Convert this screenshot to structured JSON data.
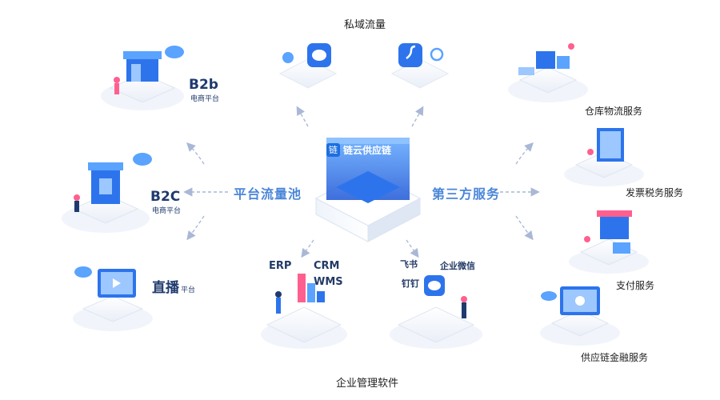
{
  "center": {
    "badge": "链",
    "brand": "链云供应链"
  },
  "top_label": "私域流量",
  "bottom_label": "企业管理软件",
  "left_label": "平台流量池",
  "right_label": "第三方服务",
  "left_platforms": [
    {
      "title": "B2b",
      "subtitle": "电商平台"
    },
    {
      "title": "B2C",
      "subtitle": "电商平台"
    },
    {
      "title": "直播",
      "subtitle": "平台"
    }
  ],
  "right_services": [
    "仓库物流服务",
    "发票税务服务",
    "支付服务",
    "供应链金融服务"
  ],
  "bottom_left_tools": [
    "ERP",
    "CRM",
    "WMS"
  ],
  "bottom_right_tools": [
    "飞书",
    "企业微信",
    "钉钉"
  ],
  "colors": {
    "primary": "#1c6fe0",
    "light_blue": "#5aa3ff",
    "accent_pink": "#ff5f8f",
    "label_blue": "#4a86d9",
    "dashed": "#a9b8d6"
  },
  "icons": [
    "wechat-icon",
    "miniprogram-icon",
    "storefront-icon",
    "laptop-icon",
    "truck-icon",
    "receipt-icon",
    "pos-terminal-icon",
    "finance-laptop-icon",
    "bar-chart-icon",
    "chat-bubble-icon",
    "cloud-icon"
  ]
}
